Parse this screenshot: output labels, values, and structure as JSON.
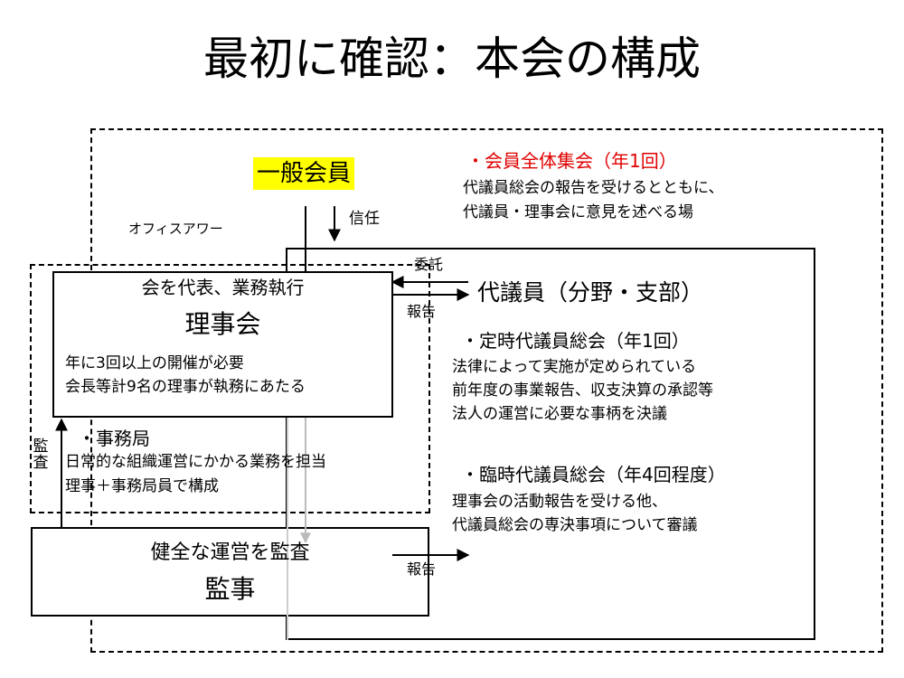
{
  "title": "最初に確認：本会の構成",
  "colors": {
    "highlight": "#ffff00",
    "accent_red": "#e00000"
  },
  "general_member": {
    "label": "一般会員"
  },
  "general_assembly": {
    "heading": "・会員全体集会（年1回）",
    "lines": [
      "代議員総会の報告を受けるとともに、",
      "代議員・理事会に意見を述べる場"
    ]
  },
  "office_hour": "オフィスアワー",
  "trust_label": "信任",
  "delegation_label": "委託",
  "report_label": "報告",
  "audit_label": "監査",
  "board": {
    "subtitle": "会を代表、業務執行",
    "name": "理事会",
    "lines": [
      "年に3回以上の開催が必要",
      "会長等計9名の理事が執務にあたる"
    ]
  },
  "secretariat": {
    "heading": "・事務局",
    "lines": [
      "日常的な組織運営にかかる業務を担当",
      "理事＋事務局員で構成"
    ]
  },
  "auditor": {
    "subtitle": "健全な運営を監査",
    "name": "監事"
  },
  "delegates": {
    "heading": "代議員（分野・支部）",
    "regular": {
      "heading": "・定時代議員総会（年1回）",
      "lines": [
        "法律によって実施が定められている",
        "前年度の事業報告、収支決算の承認等",
        "法人の運営に必要な事柄を決議"
      ]
    },
    "extraordinary": {
      "heading": "・臨時代議員総会（年4回程度）",
      "lines": [
        "理事会の活動報告を受ける他、",
        "代議員総会の専決事項について審議"
      ]
    }
  }
}
